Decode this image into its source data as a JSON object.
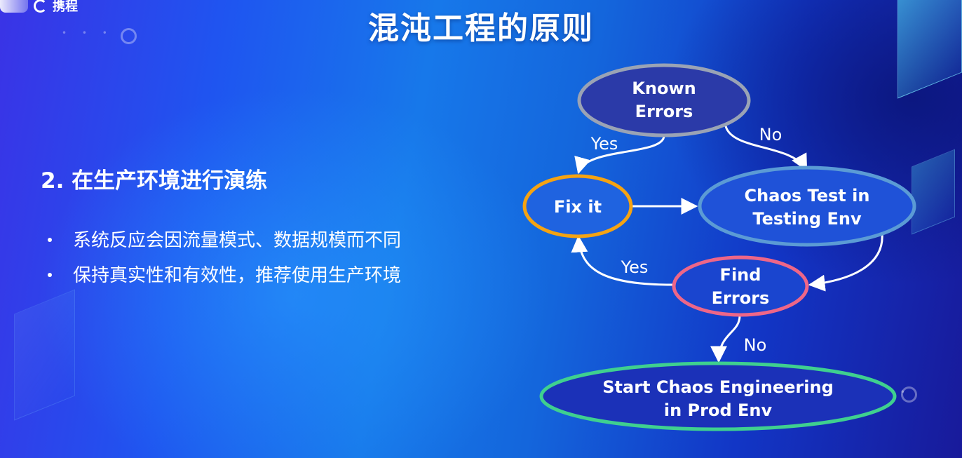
{
  "logo": {
    "text": "携程",
    "icon": "ctrip-logo-icon"
  },
  "title": "混沌工程的原则",
  "section": {
    "heading": "2. 在生产环境进行演练",
    "bullets": [
      "系统反应会因流量模式、数据规模而不同",
      "保持真实性和有效性，推荐使用生产环境"
    ]
  },
  "diagram": {
    "nodes": {
      "known_errors": {
        "lines": [
          "Known",
          "Errors"
        ],
        "border_color": "#9aa3b5",
        "fill": "#2b3aa8"
      },
      "fix_it": {
        "lines": [
          "Fix it"
        ],
        "border_color": "#f5a312",
        "fill": "#1f63e0"
      },
      "chaos_test": {
        "lines": [
          "Chaos Test in",
          "Testing Env"
        ],
        "border_color": "#5b9bd5",
        "fill": "#1f52d8"
      },
      "find_errors": {
        "lines": [
          "Find",
          "Errors"
        ],
        "border_color": "#ee6688",
        "fill": "#1a45cf"
      },
      "start_chaos": {
        "lines": [
          "Start Chaos Engineering",
          "in Prod Env"
        ],
        "border_color": "#3fd08f",
        "fill": "#1b31b8"
      }
    },
    "edges": {
      "known_yes": "Yes",
      "known_no": "No",
      "find_yes": "Yes",
      "find_no": "No"
    }
  }
}
